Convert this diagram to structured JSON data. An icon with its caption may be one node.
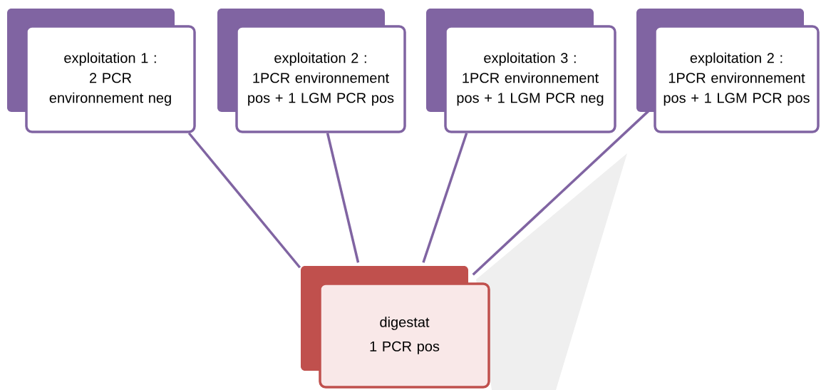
{
  "diagram": {
    "nodes": [
      {
        "text": [
          "exploitation 1 :",
          "2 PCR environnement neg"
        ]
      },
      {
        "text": [
          "exploitation 2 :",
          "1PCR environnement pos + 1 LGM PCR pos"
        ]
      },
      {
        "text": [
          "exploitation 3 :",
          "1PCR environnement pos + 1 LGM PCR neg"
        ]
      },
      {
        "text": [
          "exploitation 2 :",
          "1PCR environnement pos + 1 LGM PCR pos"
        ]
      },
      {
        "text": [
          "digestat",
          "1 PCR pos"
        ]
      }
    ],
    "edges": [
      {
        "from": 0,
        "to": 4,
        "arrow": "none"
      },
      {
        "from": 1,
        "to": 4,
        "arrow": "none"
      },
      {
        "from": 2,
        "to": 4,
        "arrow": "none"
      },
      {
        "from": 3,
        "to": 4,
        "arrow": "none"
      }
    ]
  }
}
